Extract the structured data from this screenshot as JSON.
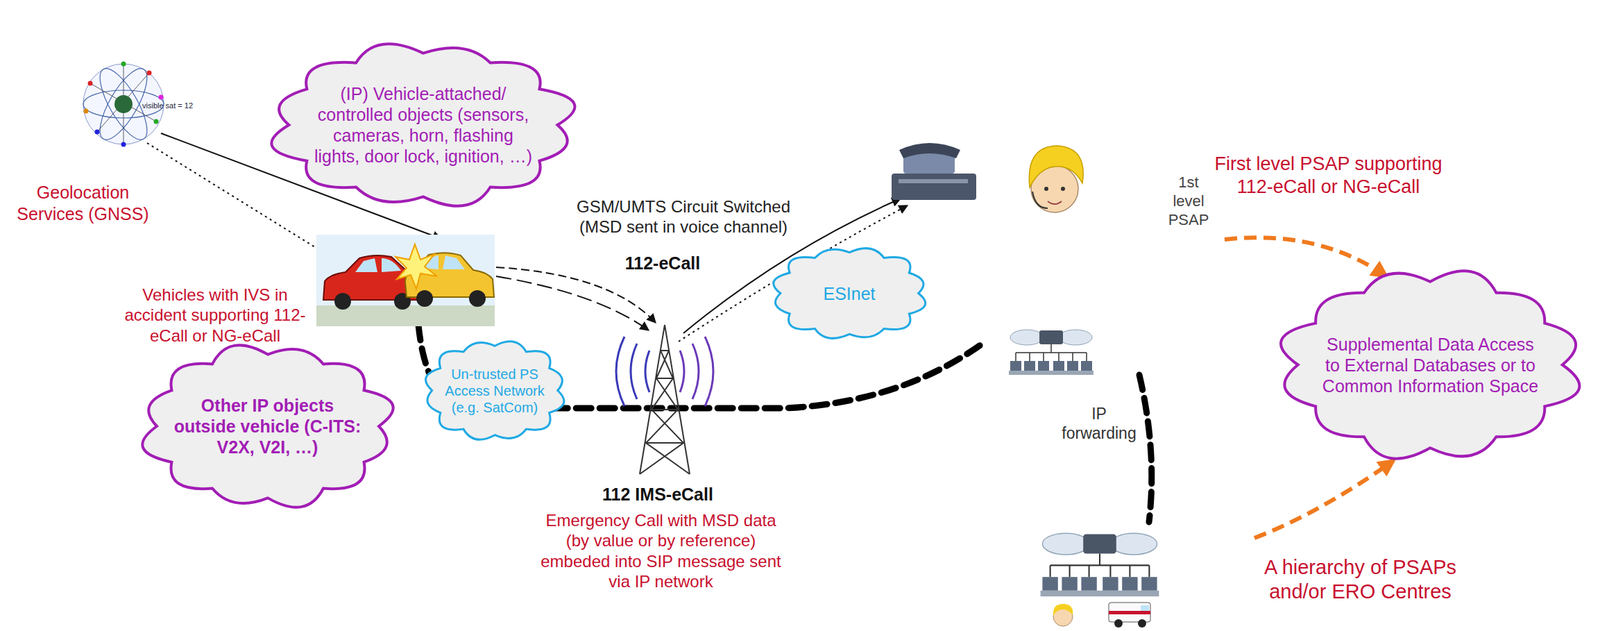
{
  "diagram": {
    "nodes": [
      {
        "text": [
          "(IP) Vehicle-attached/ controlled objects (sensors, cameras, horn, flashing lights, door lock, ignition, …)"
        ]
      },
      {
        "text": [
          "ESInet"
        ]
      },
      {
        "text": [
          "Supplemental Data Access to External Databases or to Common Information Space"
        ]
      },
      {
        "text": [
          "Other IP objects outside vehicle (C-ITS: V2X, V2I, …)"
        ]
      },
      {
        "text": [
          "Un-trusted PS Access Network (e.g. SatCom)"
        ]
      }
    ],
    "labels": [
      "visible sat = 12",
      "Geolocation Services (GNSS)",
      "Vehicles with IVS in accident supporting 112-eCall or NG-eCall",
      "GSM/UMTS Circuit Switched (MSD sent in voice channel)",
      "112-eCall",
      "1st level PSAP",
      "First level PSAP supporting 112-eCall or NG-eCall",
      "112 IMS-eCall",
      "Emergency Call with MSD data (by value or by reference) embeded into SIP message sent via IP network",
      "IP forwarding",
      "A hierarchy of PSAPs and/or ERO Centres"
    ]
  }
}
